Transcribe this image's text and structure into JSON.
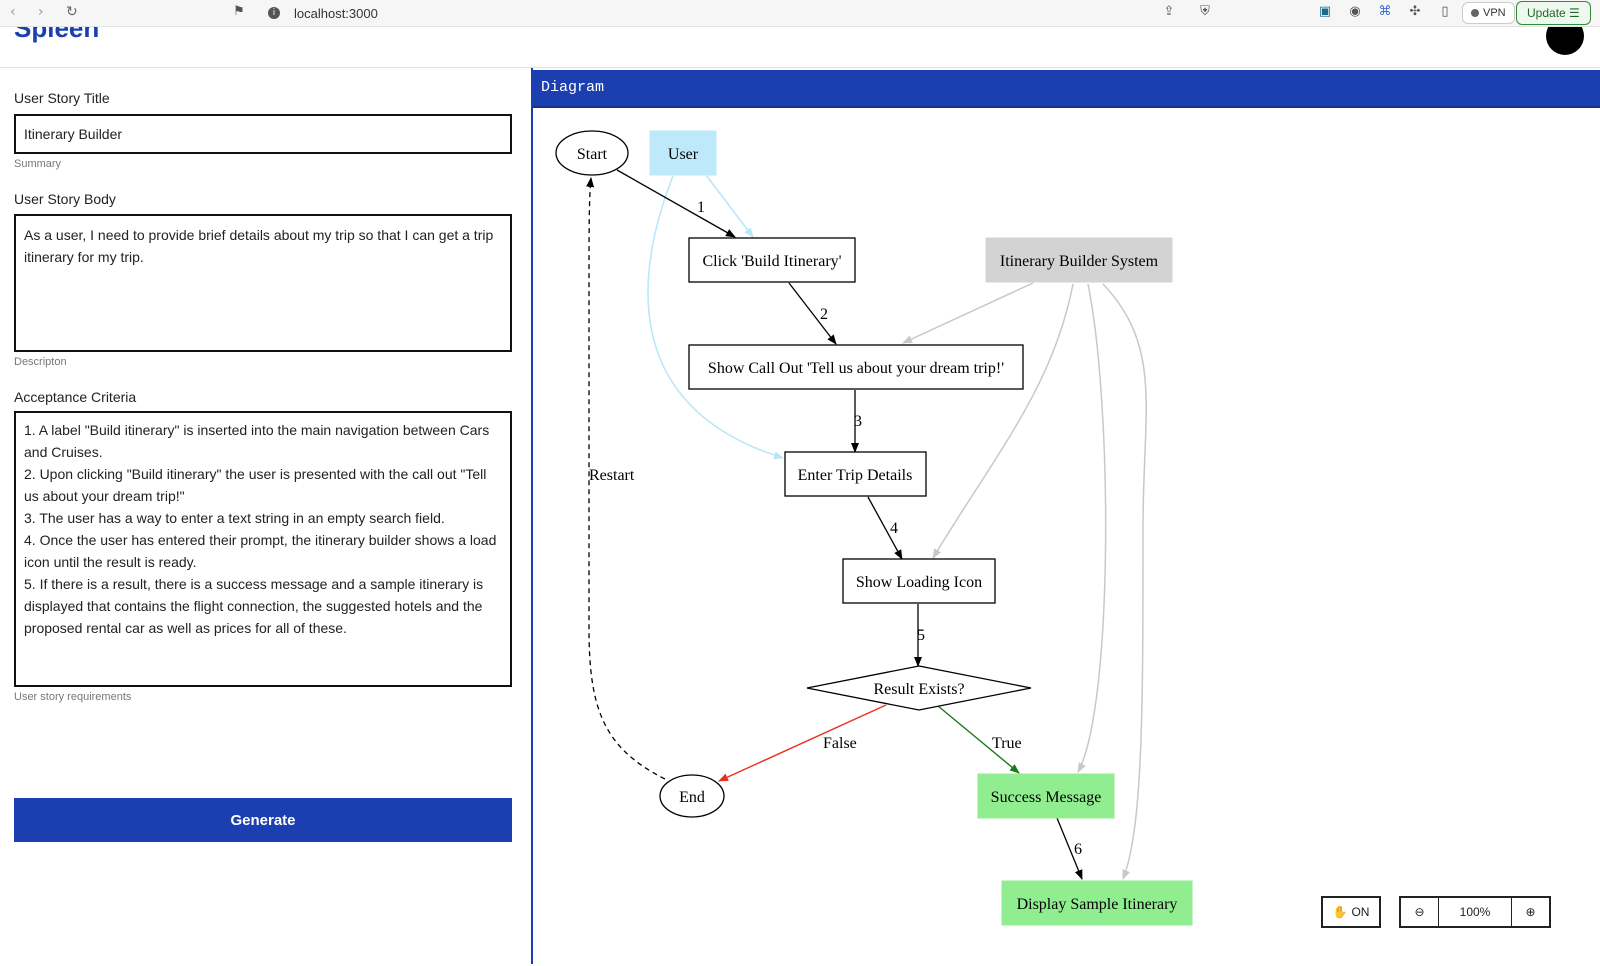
{
  "browser": {
    "url": "localhost:3000",
    "vpn_label": "VPN",
    "update_label": "Update"
  },
  "app": {
    "logo_text": "Spleen"
  },
  "form": {
    "title_label": "User Story Title",
    "title_value": "Itinerary Builder",
    "title_helper": "Summary",
    "body_label": "User Story Body",
    "body_value": "As a user, I need to provide brief details about my trip so that I can get a trip itinerary for my trip.",
    "body_helper": "Descripton",
    "criteria_label": "Acceptance Criteria",
    "criteria_value": "1. A label \"Build itinerary\" is inserted into the main navigation between Cars and Cruises.\n2. Upon clicking \"Build itinerary\" the user is presented with the call out \"Tell us about your dream trip!\"\n3. The user has a way to enter a text string in an empty search field.\n4. Once the user has entered their prompt, the itinerary builder shows a load icon until the result is ready.\n5. If there is a result, there is a success message and a sample itinerary is displayed that contains the flight connection, the suggested hotels and the proposed rental car as well as prices for all of these.",
    "criteria_helper": "User story requirements",
    "generate_label": "Generate"
  },
  "diagram": {
    "header": "Diagram",
    "nodes": {
      "start": "Start",
      "user": "User",
      "click_build": "Click 'Build Itinerary'",
      "system": "Itinerary Builder System",
      "callout": "Show Call Out 'Tell us about your dream trip!'",
      "enter": "Enter Trip Details",
      "loading": "Show Loading Icon",
      "decision": "Result Exists?",
      "end": "End",
      "success": "Success Message",
      "display": "Display Sample Itinerary"
    },
    "edge_labels": {
      "e1": "1",
      "e2": "2",
      "e3": "3",
      "e4": "4",
      "e5": "5",
      "e6": "6",
      "false": "False",
      "true": "True",
      "restart": "Restart"
    },
    "colors": {
      "user_fill": "#bde9fb",
      "system_fill": "#d3d3d3",
      "success_fill": "#90ee90",
      "false_edge": "#e8321e",
      "true_edge": "#1a7a1a",
      "user_edge": "#b7e6fa",
      "system_edge": "#c8c8c8"
    },
    "controls": {
      "pan_label": "ON",
      "zoom_level": "100%"
    }
  }
}
